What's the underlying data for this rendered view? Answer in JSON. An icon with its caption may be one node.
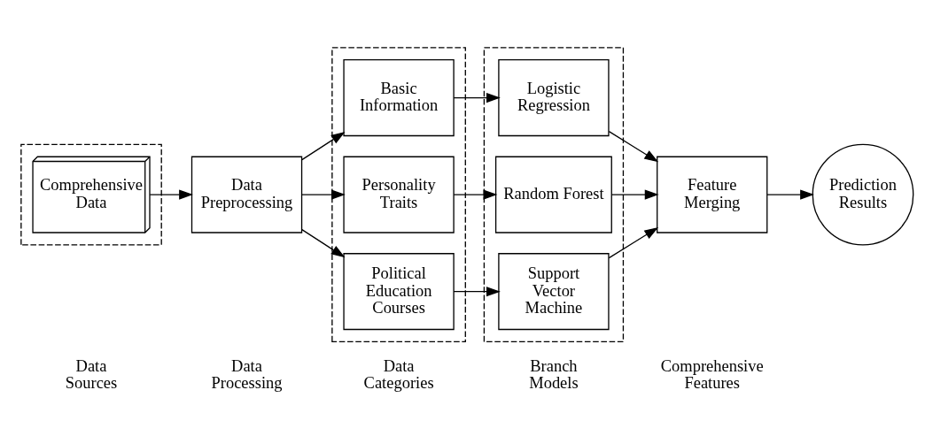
{
  "diagram": {
    "nodes": [
      {
        "text": [],
        "shape": "box"
      },
      {
        "text": [
          "Comprehensive Data"
        ],
        "in": 0
      },
      {
        "text": [
          "Data Preprocessing"
        ]
      },
      {
        "text": [],
        "shape": "box"
      },
      {
        "text": [
          "Basic Information"
        ],
        "in": 3
      },
      {
        "text": [
          "Personality Traits"
        ],
        "in": 3
      },
      {
        "text": [
          "Political Education Courses"
        ],
        "in": 3
      },
      {
        "text": [],
        "shape": "box"
      },
      {
        "text": [
          "Logistic Regression"
        ],
        "in": 7
      },
      {
        "text": [
          "Random Forest"
        ],
        "in": 7
      },
      {
        "text": [
          "Support Vector Machine"
        ],
        "in": 7
      },
      {
        "text": [
          "Feature Merging"
        ]
      },
      {
        "text": [
          "Prediction Results"
        ]
      }
    ],
    "edges": [
      {
        "from": 1,
        "to": 2,
        "arrow": "to"
      },
      {
        "from": 2,
        "to": 4,
        "arrow": "to"
      },
      {
        "from": 2,
        "to": 5,
        "arrow": "to"
      },
      {
        "from": 2,
        "to": 6,
        "arrow": "to"
      },
      {
        "from": 4,
        "to": 8,
        "arrow": "to"
      },
      {
        "from": 5,
        "to": 9,
        "arrow": "to"
      },
      {
        "from": 6,
        "to": 10,
        "arrow": "to"
      },
      {
        "from": 8,
        "to": 11,
        "arrow": "to"
      },
      {
        "from": 9,
        "to": 11,
        "arrow": "to"
      },
      {
        "from": 10,
        "to": 11,
        "arrow": "to"
      },
      {
        "from": 11,
        "to": 12,
        "arrow": "to"
      }
    ],
    "labels": [
      "Data Sources",
      "Data Processing",
      "Data Categories",
      "Branch Models",
      "Comprehensive Features"
    ]
  }
}
